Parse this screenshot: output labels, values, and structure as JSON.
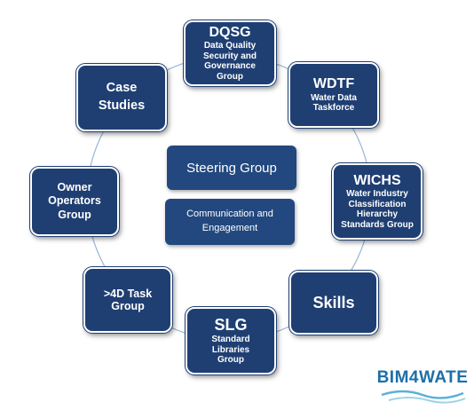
{
  "nodes": {
    "dqsg": {
      "title": "DQSG",
      "subtitle": "Data Quality Security and Governance Group"
    },
    "wdtf": {
      "title": "WDTF",
      "subtitle": "Water Data Taskforce"
    },
    "wichs": {
      "title": "WICHS",
      "subtitle": "Water Industry Classification Hierarchy Standards Group"
    },
    "skills": {
      "title": "Skills"
    },
    "slg": {
      "title": "SLG",
      "subtitle": "Standard Libraries Group"
    },
    "task4d": {
      "title": ">4D Task Group"
    },
    "owner": {
      "title": "Owner Operators Group"
    },
    "case": {
      "title": "Case Studies"
    }
  },
  "center": {
    "steering": "Steering Group",
    "comms": "Communication and Engagement"
  },
  "logo": {
    "text": "BIM4WATE"
  },
  "colors": {
    "box": "#1f3f73",
    "ring": "#9bb6d6",
    "logo": "#1c6fa8"
  }
}
